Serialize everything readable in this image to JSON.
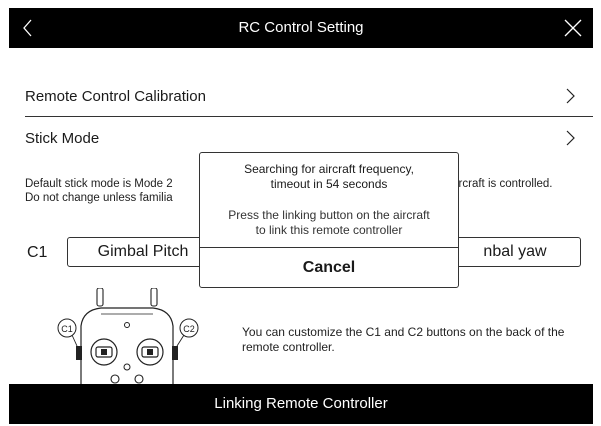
{
  "header": {
    "title": "RC Control Setting"
  },
  "settings": {
    "calibration_label": "Remote Control Calibration",
    "stick_mode_label": "Stick Mode",
    "stick_mode_note_line1": "Default stick mode is Mode 2",
    "stick_mode_note_line1_tail": "ircraft is controlled.",
    "stick_mode_note_line2": "Do not change unless familia",
    "c1_label": "C1",
    "c1_value": "Gimbal Pitch",
    "c2_value": "nbal yaw",
    "customize_note": "You can customize the C1 and C2 buttons on the back of the remote controller.",
    "illustration_c1": "C1",
    "illustration_c2": "C2"
  },
  "dialog": {
    "searching_line1": "Searching for aircraft frequency,",
    "searching_line2": "timeout in 54 seconds",
    "instruction_line1": "Press the linking button on the aircraft",
    "instruction_line2": "to link this remote controller",
    "cancel_label": "Cancel",
    "timeout_seconds": 54
  },
  "footer": {
    "label": "Linking Remote Controller"
  },
  "icons": {
    "back": "chevron-left-icon",
    "close": "close-icon",
    "row_chevron": "chevron-right-icon"
  },
  "colors": {
    "bar_background": "#000000",
    "bar_text": "#ffffff",
    "panel_background": "#ffffff"
  }
}
